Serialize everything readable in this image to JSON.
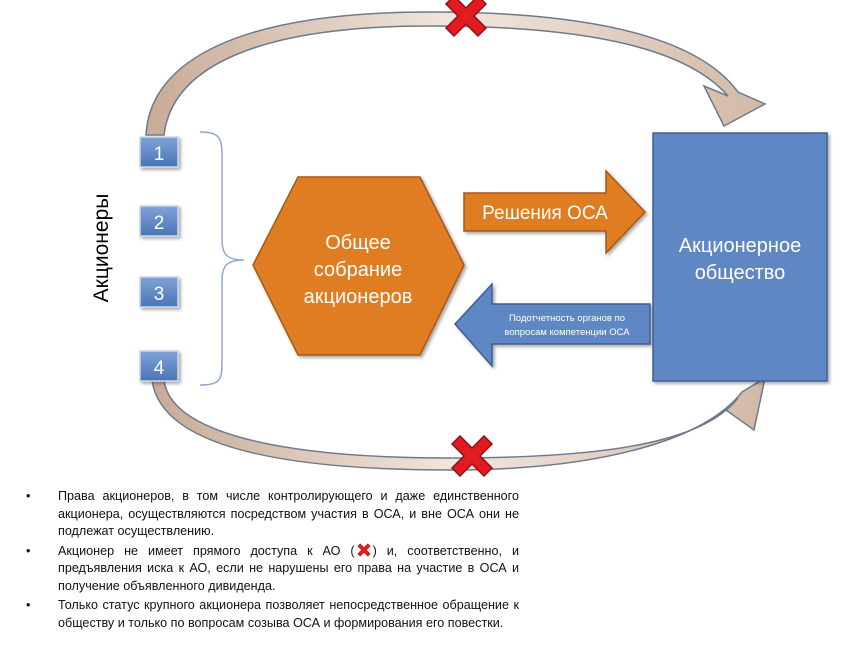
{
  "shareholders_label": "Акционеры",
  "shareholder_boxes": [
    "1",
    "2",
    "3",
    "4"
  ],
  "meeting": {
    "line1": "Общее",
    "line2": "собрание",
    "line3": "акционеров"
  },
  "company": {
    "line1": "Акционерное",
    "line2": "общество"
  },
  "decisions_arrow": "Решения ОСА",
  "accountability_arrow": {
    "line1": "Подотчетность органов по",
    "line2": "вопросам компетенции ОСА"
  },
  "bullets": [
    {
      "text": "Права акционеров, в том числе контролирующего и даже единственного акционера, осуществляются посредством участия в ОСА, и вне ОСА они не подлежат осуществлению."
    },
    {
      "before": "Акционер не имеет прямого доступа к АО  (",
      "after": ") и, соответственно, и предъявления иска к АО, если не нарушены его права на участие в ОСА и получение объявленного дивиденда."
    },
    {
      "text": "Только статус крупного акционера позволяет непосредственное обращение к обществу и только по вопросам созыва ОСА и формирования его повестки."
    }
  ],
  "bullet_symbol": "•",
  "icons": [
    "cross-icon"
  ],
  "colors": {
    "box_blue": "#5b83c2",
    "company_fill": "#5f87c3",
    "hexagon_orange": "#e07d22",
    "cross_red": "#e21a22",
    "curve_fill": "#d8c0b0"
  }
}
